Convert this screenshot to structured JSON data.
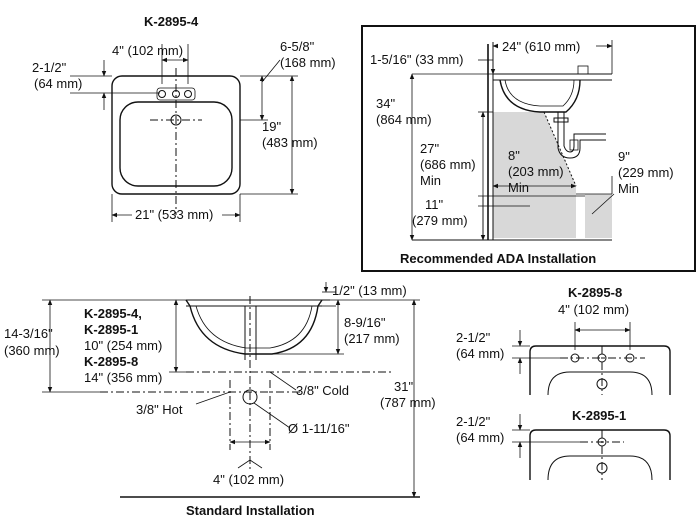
{
  "top_left": {
    "model": "K-2895-4",
    "hole_spacing": "4\" (102 mm)",
    "hole_offset_in": "2-1/2\"",
    "hole_offset_mm": "(64 mm)",
    "drain_offset_in": "6-5/8\"",
    "drain_offset_mm": "(168 mm)",
    "depth_in": "19\"",
    "depth_mm": "(483 mm)",
    "width": "21\" (533 mm)"
  },
  "ada": {
    "title": "Recommended ADA Installation",
    "rim_thickness": "1-5/16\" (33 mm)",
    "projection": "24\" (610 mm)",
    "rim_height_in": "34\"",
    "rim_height_mm": "(864 mm)",
    "knee_height_in": "27\"",
    "knee_height_mm": "(686 mm)",
    "knee_height_min": "Min",
    "knee_depth_in": "8\"",
    "knee_depth_mm": "(203 mm)",
    "knee_depth_min": "Min",
    "toe_depth_in": "9\"",
    "toe_depth_mm": "(229 mm)",
    "toe_depth_min": "Min",
    "toe_height_in": "11\"",
    "toe_height_mm": "(279 mm)"
  },
  "standard": {
    "title": "Standard Installation",
    "rim_thickness": "1/2\" (13 mm)",
    "bowl_depth_in": "8-9/16\"",
    "bowl_depth_mm": "(217 mm)",
    "supply_height_in": "14-3/16\"",
    "supply_height_mm": "(360 mm)",
    "models_a": "K-2895-4,",
    "models_b": "K-2895-1",
    "tail_a": "10\" (254 mm)",
    "model_c": "K-2895-8",
    "tail_c": "14\" (356 mm)",
    "cold": "3/8\" Cold",
    "hot": "3/8\" Hot",
    "drain_dia": "Ø 1-11/16\"",
    "floor_height_in": "31\"",
    "floor_height_mm": "(787 mm)",
    "supply_spacing": "4\" (102 mm)"
  },
  "variant_8": {
    "model": "K-2895-8",
    "hole_spacing": "4\" (102 mm)",
    "hole_offset_in": "2-1/2\"",
    "hole_offset_mm": "(64 mm)"
  },
  "variant_1": {
    "model": "K-2895-1",
    "hole_offset_in": "2-1/2\"",
    "hole_offset_mm": "(64 mm)"
  }
}
